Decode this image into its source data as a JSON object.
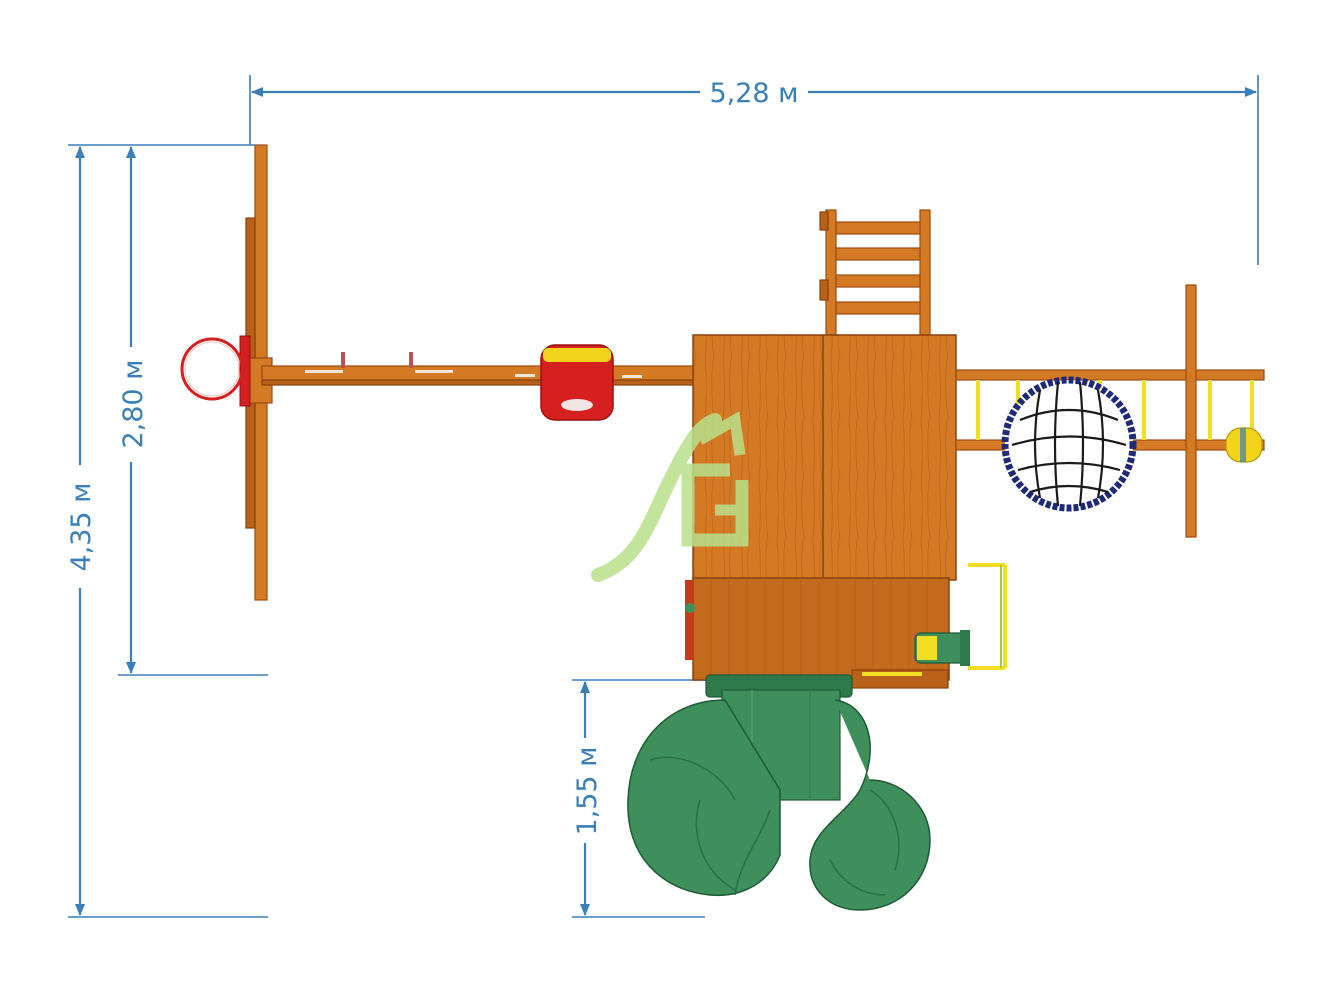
{
  "dimensions": {
    "width_total": "5,28 м",
    "height_total": "4,35 м",
    "height_main": "2,80 м",
    "slide_length": "1,55 м"
  },
  "colors": {
    "dimension_line": "#3a7fb8",
    "wood": "#d47a25",
    "wood_dark": "#b8611a",
    "slide": "#3e8f5c",
    "swing_seat": "#d61f1f",
    "basketball_rim": "#d61f1f",
    "net": "#1e2a78",
    "rungs": "#f2df22",
    "logo": "#b9e08a"
  },
  "components": [
    "basketball-hoop",
    "swing-beam",
    "swing-seat",
    "ladder",
    "deck-platform",
    "monkey-bars",
    "nest-swing",
    "telescope",
    "tube-slide",
    "steering-wheel"
  ]
}
